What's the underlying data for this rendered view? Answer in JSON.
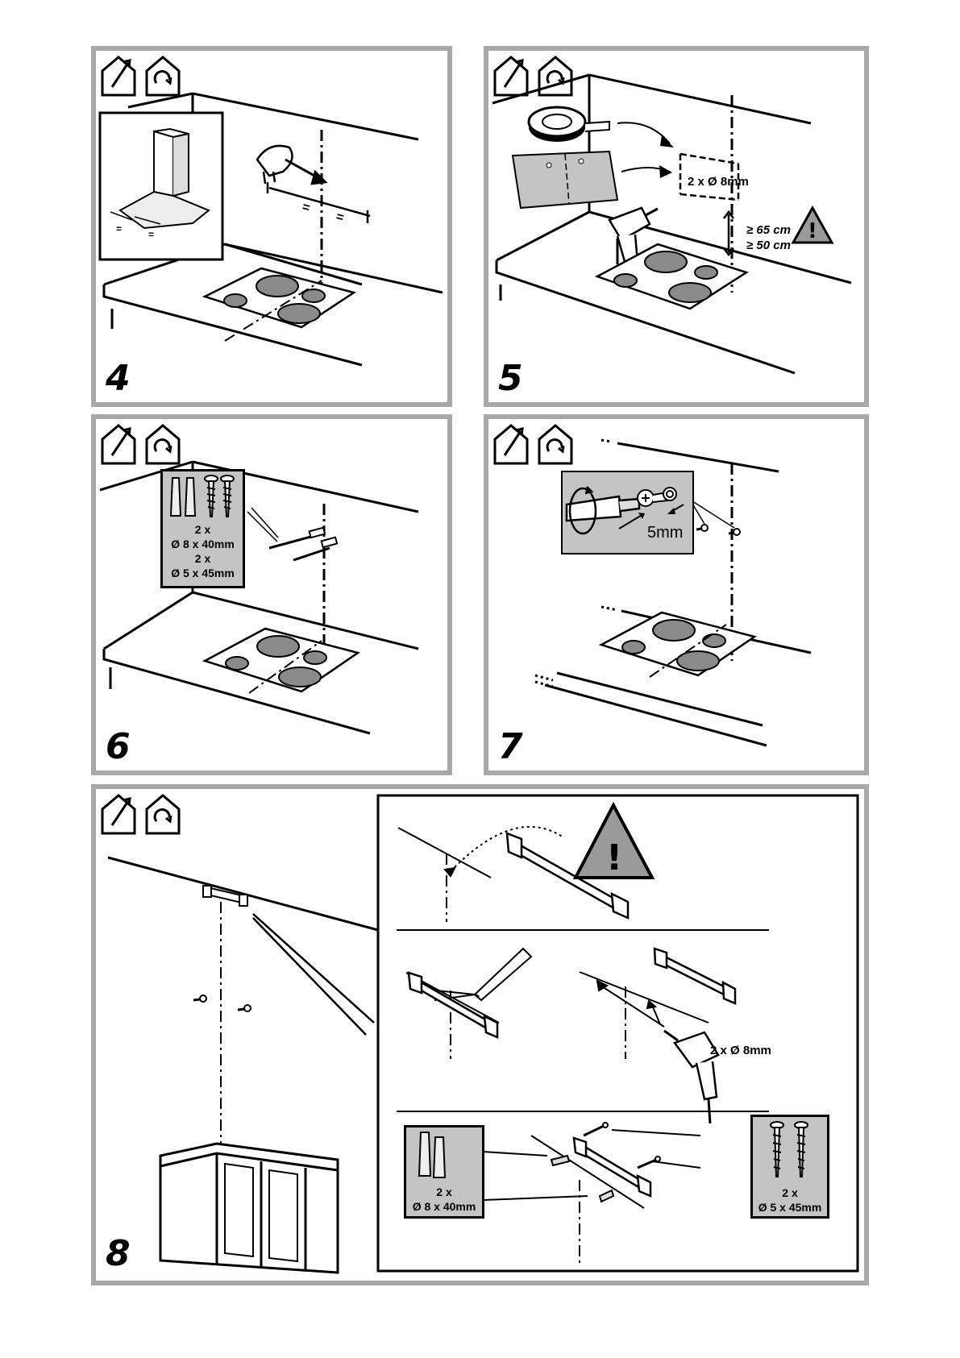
{
  "colors": {
    "frame": "#a8a8a8",
    "hob_burner": "#8a8a8a",
    "inset_fill": "#c4c4c4",
    "warning_fill": "#9a9a9a"
  },
  "icons": [
    "duct-out-house-icon",
    "recirculation-house-icon",
    "warning-triangle-icon",
    "drill-icon",
    "screwdriver-icon",
    "pencil-icon",
    "tape-roll-icon",
    "paper-template-icon",
    "wall-plug-icon",
    "screw-icon"
  ],
  "steps": {
    "s4": {
      "number": "4",
      "dim_a": "=",
      "dim_b": "="
    },
    "s5": {
      "number": "5",
      "holes": "2 x Ø 8mm",
      "height_gas": "≥ 65 cm",
      "height_electric": "≥ 50 cm"
    },
    "s6": {
      "number": "6",
      "qty1": "2 x",
      "plug": "Ø 8 x 40mm",
      "qty2": "2 x",
      "screw": "Ø 5 x 45mm"
    },
    "s7": {
      "number": "7",
      "gap": "5mm"
    },
    "s8": {
      "number": "8",
      "holes": "2 x Ø 8mm",
      "plug_qty": "2 x",
      "plug": "Ø 8 x 40mm",
      "screw_qty": "2 x",
      "screw": "Ø 5 x 45mm"
    }
  }
}
